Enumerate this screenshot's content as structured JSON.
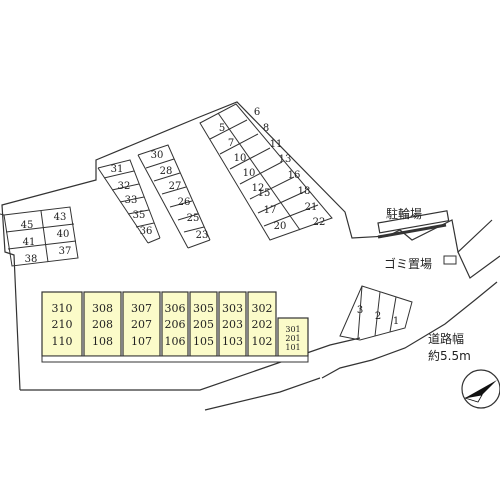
{
  "labels": {
    "bicycle_parking": "駐輪場",
    "garbage_area": "ゴミ置場",
    "road_width_label": "道路幅",
    "road_width_value": "約5.5m"
  },
  "colors": {
    "building_fill": "#fbfbc9",
    "line": "#333333"
  },
  "icons": {
    "north": "north-arrow-icon"
  },
  "parking": {
    "block_45_37": [
      "45",
      "43",
      "41",
      "40",
      "38",
      "37"
    ],
    "block_31_36": [
      "31",
      "32",
      "33",
      "35",
      "36"
    ],
    "block_30_23": [
      "30",
      "28",
      "27",
      "26",
      "25",
      "23"
    ],
    "block_5_22": [
      "5",
      "6",
      "7",
      "8",
      "10",
      "11",
      "10",
      "13",
      "12",
      "16",
      "15",
      "18",
      "17",
      "21",
      "20",
      "22"
    ],
    "block_3_1": [
      "3",
      "2",
      "1"
    ]
  },
  "building": {
    "units": [
      {
        "top": "310",
        "mid": "210",
        "bot": "110"
      },
      {
        "top": "308",
        "mid": "208",
        "bot": "108"
      },
      {
        "top": "307",
        "mid": "207",
        "bot": "107"
      },
      {
        "top": "306",
        "mid": "206",
        "bot": "106"
      },
      {
        "top": "305",
        "mid": "205",
        "bot": "105"
      },
      {
        "top": "303",
        "mid": "203",
        "bot": "103"
      },
      {
        "top": "302",
        "mid": "202",
        "bot": "102"
      },
      {
        "top": "301",
        "mid": "201",
        "bot": "101"
      }
    ]
  }
}
